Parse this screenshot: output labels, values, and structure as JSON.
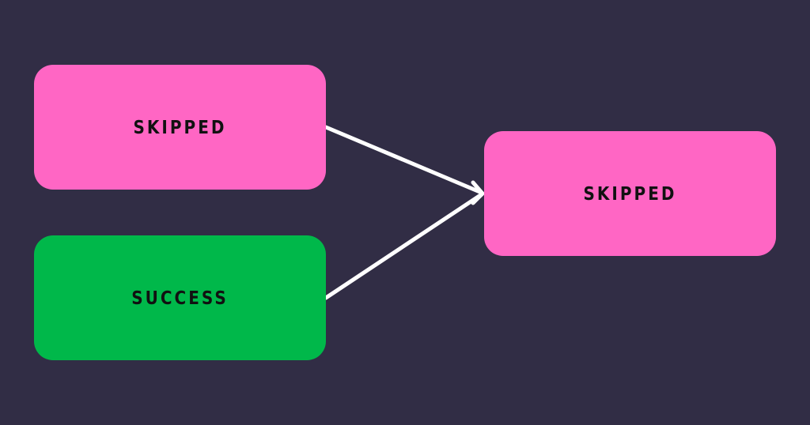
{
  "nodes": {
    "skipped_top": {
      "label": "SKIPPED",
      "color": "#ff66c4"
    },
    "success": {
      "label": "SUCCESS",
      "color": "#00b84a"
    },
    "skipped_right": {
      "label": "SKIPPED",
      "color": "#ff66c4"
    }
  },
  "edges": [
    {
      "from": "skipped_top",
      "to": "skipped_right"
    },
    {
      "from": "success",
      "to": "skipped_right"
    }
  ],
  "colors": {
    "background": "#312d45",
    "edge": "#ffffff",
    "label_text": "#111111"
  }
}
